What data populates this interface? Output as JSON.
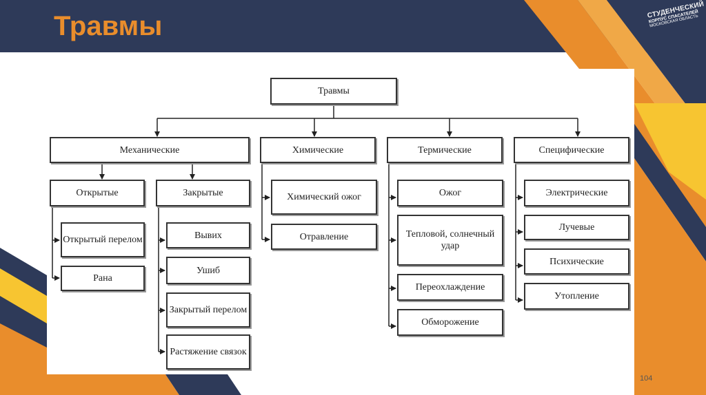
{
  "slide": {
    "title": "Травмы",
    "page_number": "104",
    "logo": {
      "line1": "СТУДЕНЧЕСКИЙ",
      "line2": "КОРПУС СПАСАТЕЛЕЙ",
      "line3": "МОСКОВСКАЯ ОБЛАСТЬ"
    },
    "colors": {
      "navy": "#2e3a59",
      "orange": "#e98d2c",
      "yellow": "#f7c531",
      "title": "#e98d2c"
    }
  },
  "diagram": {
    "root": "Травмы",
    "categories": [
      {
        "label": "Механические",
        "subgroups": [
          {
            "label": "Открытые",
            "items": [
              "Открытый перелом",
              "Рана"
            ]
          },
          {
            "label": "Закрытые",
            "items": [
              "Вывих",
              "Ушиб",
              "Закрытый перелом",
              "Растяжение связок"
            ]
          }
        ]
      },
      {
        "label": "Химические",
        "items": [
          "Химический ожог",
          "Отравление"
        ]
      },
      {
        "label": "Термические",
        "items": [
          "Ожог",
          "Тепловой, солнечный удар",
          "Переохлаждение",
          "Обморожение"
        ]
      },
      {
        "label": "Специфические",
        "items": [
          "Электрические",
          "Лучевые",
          "Психические",
          "Утопление"
        ]
      }
    ]
  }
}
